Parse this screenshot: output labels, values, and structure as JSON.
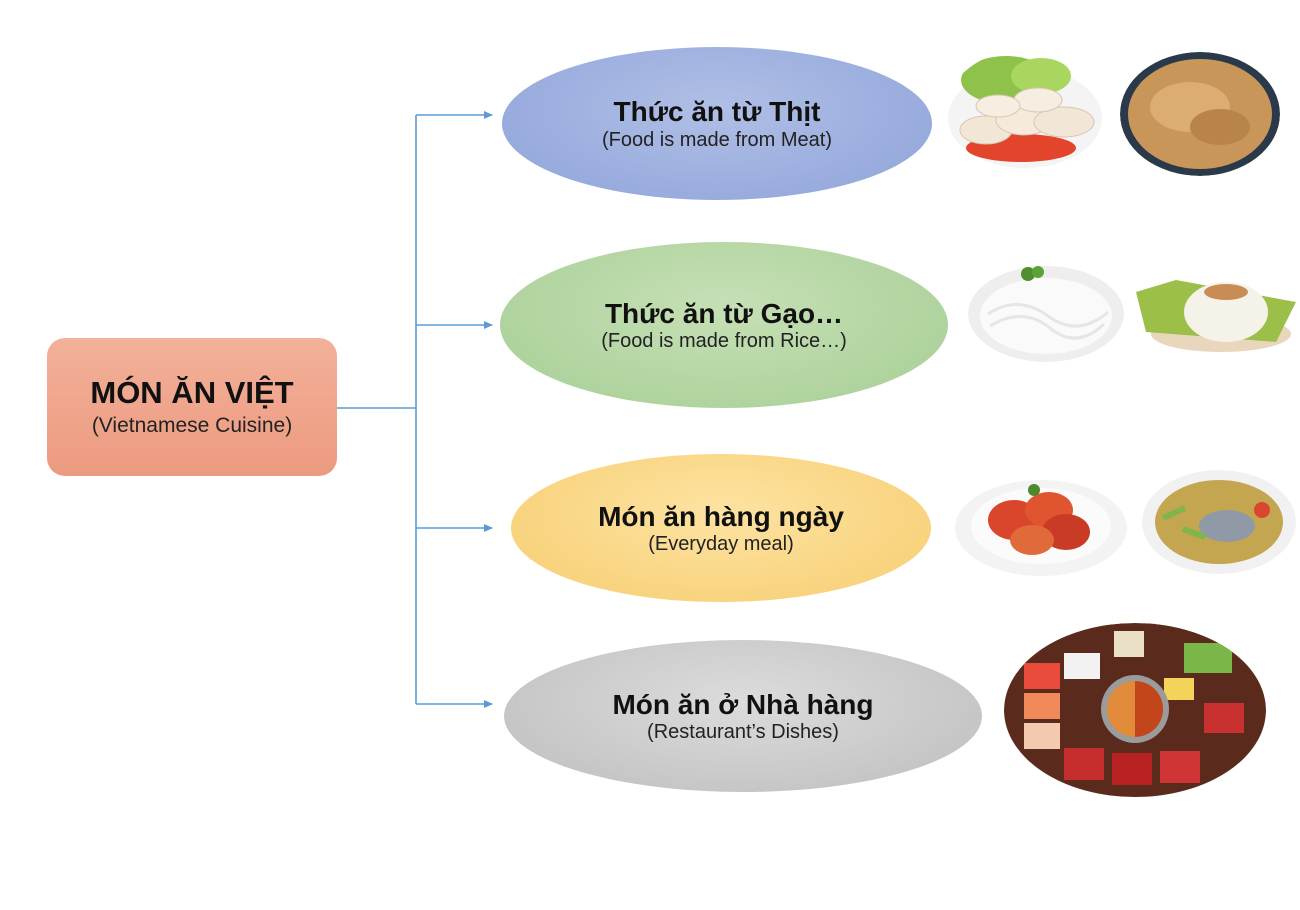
{
  "root": {
    "title": "MÓN ĂN VIỆT",
    "subtitle": "(Vietnamese Cuisine)"
  },
  "branches": [
    {
      "title": "Thức ăn từ Thịt",
      "subtitle": "(Food is made from Meat)",
      "color": "#8ea3d9"
    },
    {
      "title": "Thức ăn từ Gạo…",
      "subtitle": "(Food is made from Rice…)",
      "color": "#a6ce94"
    },
    {
      "title": "Món ăn hàng ngày",
      "subtitle": "(Everyday meal)",
      "color": "#f7cd70"
    },
    {
      "title": "Món ăn ở Nhà hàng",
      "subtitle": "(Restaurant’s Dishes)",
      "color": "#bdbdbd"
    }
  ],
  "colors": {
    "root": "#ec9a7f",
    "connector": "#5b9bd5"
  },
  "images": [
    {
      "icon": "sausage-salad-plate-icon"
    },
    {
      "icon": "pork-floss-bowl-icon"
    },
    {
      "icon": "rice-noodles-plate-icon"
    },
    {
      "icon": "sticky-rice-leaf-icon"
    },
    {
      "icon": "braised-shrimp-plate-icon"
    },
    {
      "icon": "sour-fish-soup-bowl-icon"
    },
    {
      "icon": "hotpot-spread-icon"
    }
  ]
}
